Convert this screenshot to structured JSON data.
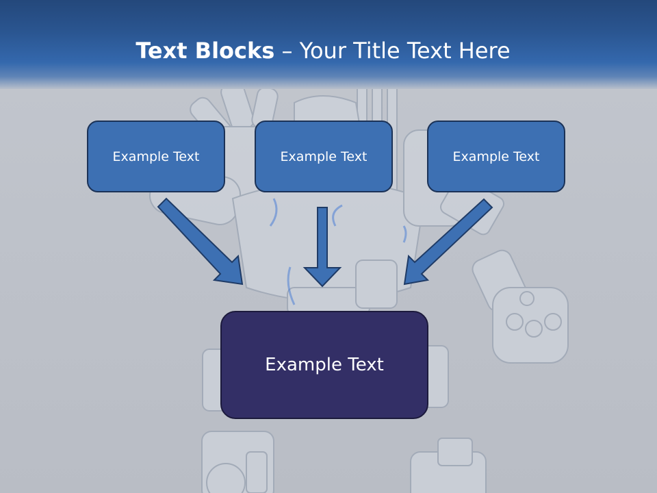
{
  "slide": {
    "title_bold": "Text Blocks",
    "title_separator": " – ",
    "title_rest": "Your Title Text Here",
    "boxes": [
      {
        "text": "Example Text"
      },
      {
        "text": "Example Text"
      },
      {
        "text": "Example Text"
      }
    ],
    "main_box": {
      "text": "Example Text"
    }
  },
  "colors": {
    "header_blue": "#2a5590",
    "box_blue": "#3d70b3",
    "main_box_navy": "#332f66",
    "arrow_blue": "#3d70b3"
  }
}
